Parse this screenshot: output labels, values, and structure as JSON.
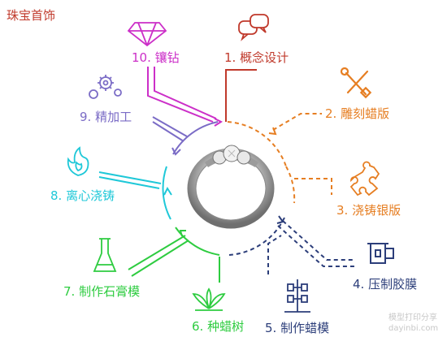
{
  "title": "珠宝首饰",
  "steps": [
    {
      "label": "1. 概念设计",
      "icon": "chat-bubbles-icon",
      "color": "#c0392b"
    },
    {
      "label": "2. 雕刻蜡版",
      "icon": "tools-icon",
      "color": "#e67e22"
    },
    {
      "label": "3. 浇铸银版",
      "icon": "puzzle-icon",
      "color": "#e67e22"
    },
    {
      "label": "4. 压制胶膜",
      "icon": "press-icon",
      "color": "#2c3e7a"
    },
    {
      "label": "5. 制作蜡模",
      "icon": "wax-tree-icon",
      "color": "#2c3e7a"
    },
    {
      "label": "6. 种蜡树",
      "icon": "sprout-icon",
      "color": "#2ecc40"
    },
    {
      "label": "7. 制作石膏模",
      "icon": "flask-icon",
      "color": "#2ecc40"
    },
    {
      "label": "8. 离心浇铸",
      "icon": "flame-icon",
      "color": "#1fc8d8"
    },
    {
      "label": "9. 精加工",
      "icon": "gears-icon",
      "color": "#7b6cc6"
    },
    {
      "label": "10. 镶钻",
      "icon": "diamond-icon",
      "color": "#cc2fc8"
    }
  ],
  "center": {
    "icon": "ring-icon"
  },
  "watermark": {
    "line1": "模型打印分享",
    "line2": "dayinbi.com"
  }
}
